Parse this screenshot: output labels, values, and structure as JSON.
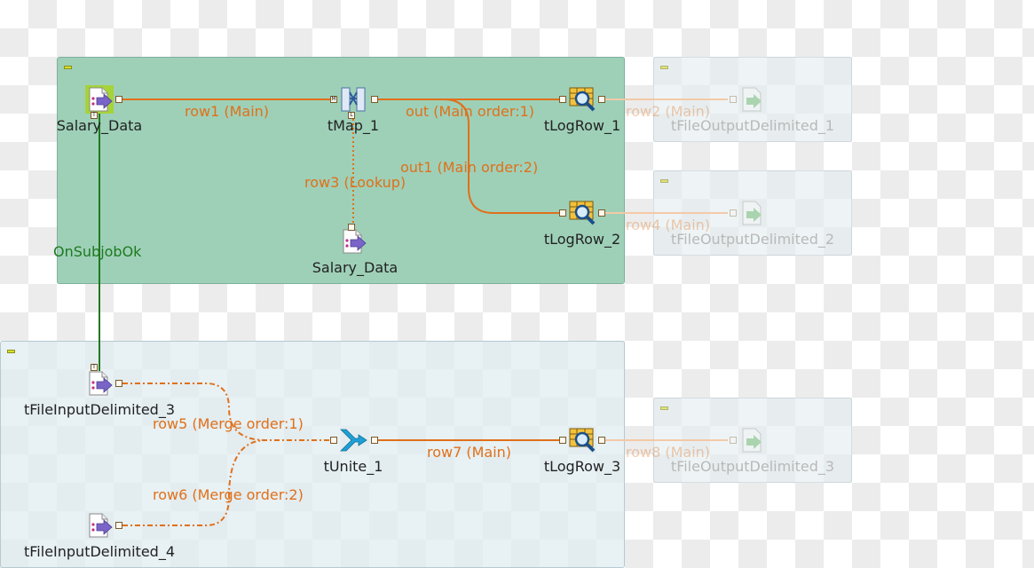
{
  "colors": {
    "main_subjob_bg": "#9ed0b8",
    "merge_subjob_bg": "#e6f0f2",
    "side_subjob_bg": "#e9f1f3",
    "row_link": "#e0701a",
    "trigger_link": "#1f7a1f"
  },
  "components": {
    "salary_data": "Salary_Data",
    "tmap": "tMap_1",
    "tlogrow1": "tLogRow_1",
    "tlogrow2": "tLogRow_2",
    "salary_data_lookup": "Salary_Data",
    "fileout1": "tFileOutputDelimited_1",
    "fileout2": "tFileOutputDelimited_2",
    "filein3": "tFileInputDelimited_3",
    "filein4": "tFileInputDelimited_4",
    "tunite": "tUnite_1",
    "tlogrow3": "tLogRow_3",
    "fileout3": "tFileOutputDelimited_3"
  },
  "links": {
    "row1": "row1 (Main)",
    "out": "out (Main order:1)",
    "out1": "out1 (Main order:2)",
    "row3": "row3 (Lookup)",
    "row2": "row2 (Main)",
    "row4": "row4 (Main)",
    "row5": "row5 (Merge order:1)",
    "row6": "row6 (Merge order:2)",
    "row7": "row7 (Main)",
    "row8": "row8 (Main)",
    "onsubjobok": "OnSubjobOk"
  },
  "icons": {
    "file_input": "file-input-icon",
    "tmap": "tmap-icon",
    "tlogrow": "log-row-icon",
    "file_output": "file-output-icon",
    "tunite": "unite-icon"
  }
}
